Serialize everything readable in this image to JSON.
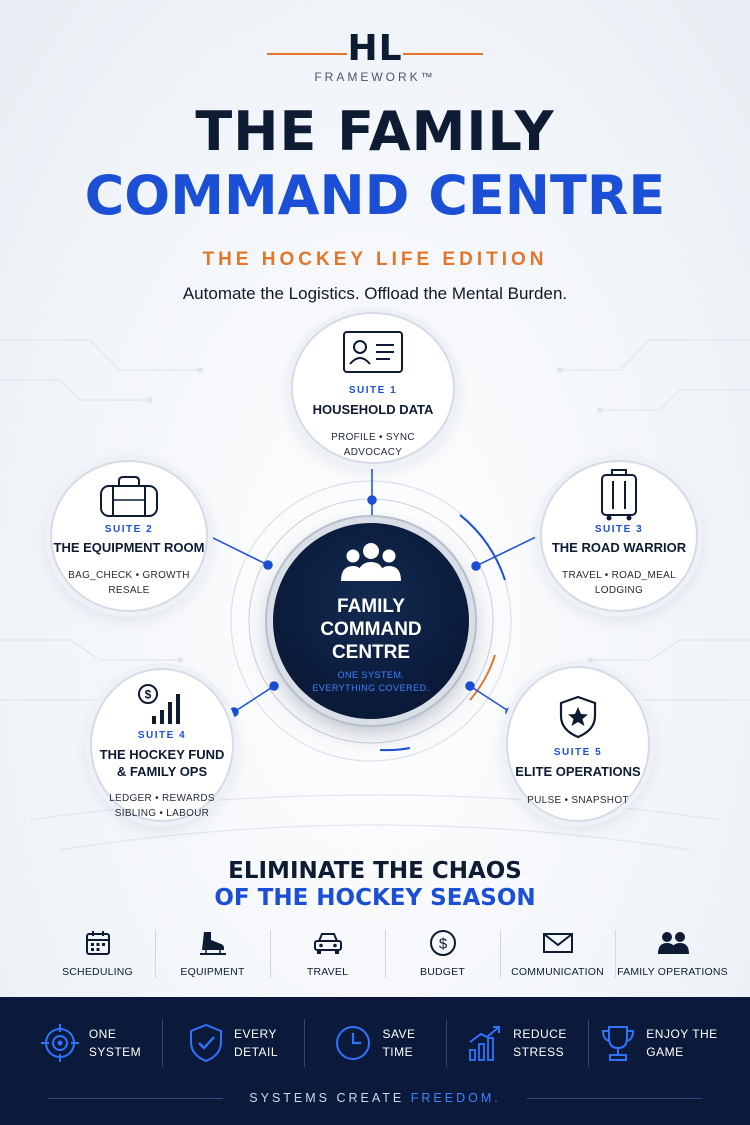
{
  "brand": {
    "mark": "HL",
    "sub": "FRAMEWORK™"
  },
  "title": {
    "line1": "THE FAMILY",
    "line2": "COMMAND CENTRE"
  },
  "edition": "THE HOCKEY LIFE EDITION",
  "tagline": "Automate the Logistics. Offload the Mental Burden.",
  "hub": {
    "line1": "FAMILY",
    "line2": "COMMAND",
    "line3": "CENTRE",
    "sub1": "ONE SYSTEM.",
    "sub2": "EVERYTHING COVERED."
  },
  "suites": [
    {
      "num": "SUITE 1",
      "name": "HOUSEHOLD DATA",
      "tags1": "PROFILE • SYNC",
      "tags2": "ADVOCACY",
      "icon": "id-card-icon"
    },
    {
      "num": "SUITE 2",
      "name": "THE EQUIPMENT ROOM",
      "tags1": "BAG_CHECK • GROWTH",
      "tags2": "RESALE",
      "icon": "hockey-bag-icon"
    },
    {
      "num": "SUITE 3",
      "name": "THE ROAD WARRIOR",
      "tags1": "TRAVEL • ROAD_MEAL",
      "tags2": "LODGING",
      "icon": "suitcase-icon"
    },
    {
      "num": "SUITE 4",
      "name1": "THE HOCKEY FUND",
      "name2": "& FAMILY OPS",
      "tags1": "LEDGER • REWARDS",
      "tags2": "SIBLING • LABOUR",
      "icon": "fund-chart-icon"
    },
    {
      "num": "SUITE 5",
      "name": "ELITE OPERATIONS",
      "tags1": "PULSE • SNAPSHOT",
      "icon": "shield-star-icon"
    }
  ],
  "eliminate": {
    "line1": "ELIMINATE THE CHAOS",
    "line2": "OF THE HOCKEY SEASON"
  },
  "categories": [
    {
      "label": "SCHEDULING",
      "icon": "calendar-icon"
    },
    {
      "label": "EQUIPMENT",
      "icon": "skate-icon"
    },
    {
      "label": "TRAVEL",
      "icon": "car-icon"
    },
    {
      "label": "BUDGET",
      "icon": "dollar-icon"
    },
    {
      "label": "COMMUNICATION",
      "icon": "envelope-icon"
    },
    {
      "label": "FAMILY OPERATIONS",
      "icon": "family-icon"
    }
  ],
  "benefits": [
    {
      "line1": "ONE",
      "line2": "SYSTEM",
      "icon": "target-icon"
    },
    {
      "line1": "EVERY",
      "line2": "DETAIL",
      "icon": "shield-check-icon"
    },
    {
      "line1": "SAVE",
      "line2": "TIME",
      "icon": "clock-icon"
    },
    {
      "line1": "REDUCE",
      "line2": "STRESS",
      "icon": "rising-bars-icon"
    },
    {
      "line1": "ENJOY THE",
      "line2": "GAME",
      "icon": "trophy-icon"
    }
  ],
  "footer": {
    "part1": "SYSTEMS CREATE ",
    "part2": "FREEDOM."
  },
  "colors": {
    "navy": "#0d1b33",
    "blue": "#1a4fd6",
    "orange": "#e4762c",
    "footer": "#0b1a3a"
  }
}
